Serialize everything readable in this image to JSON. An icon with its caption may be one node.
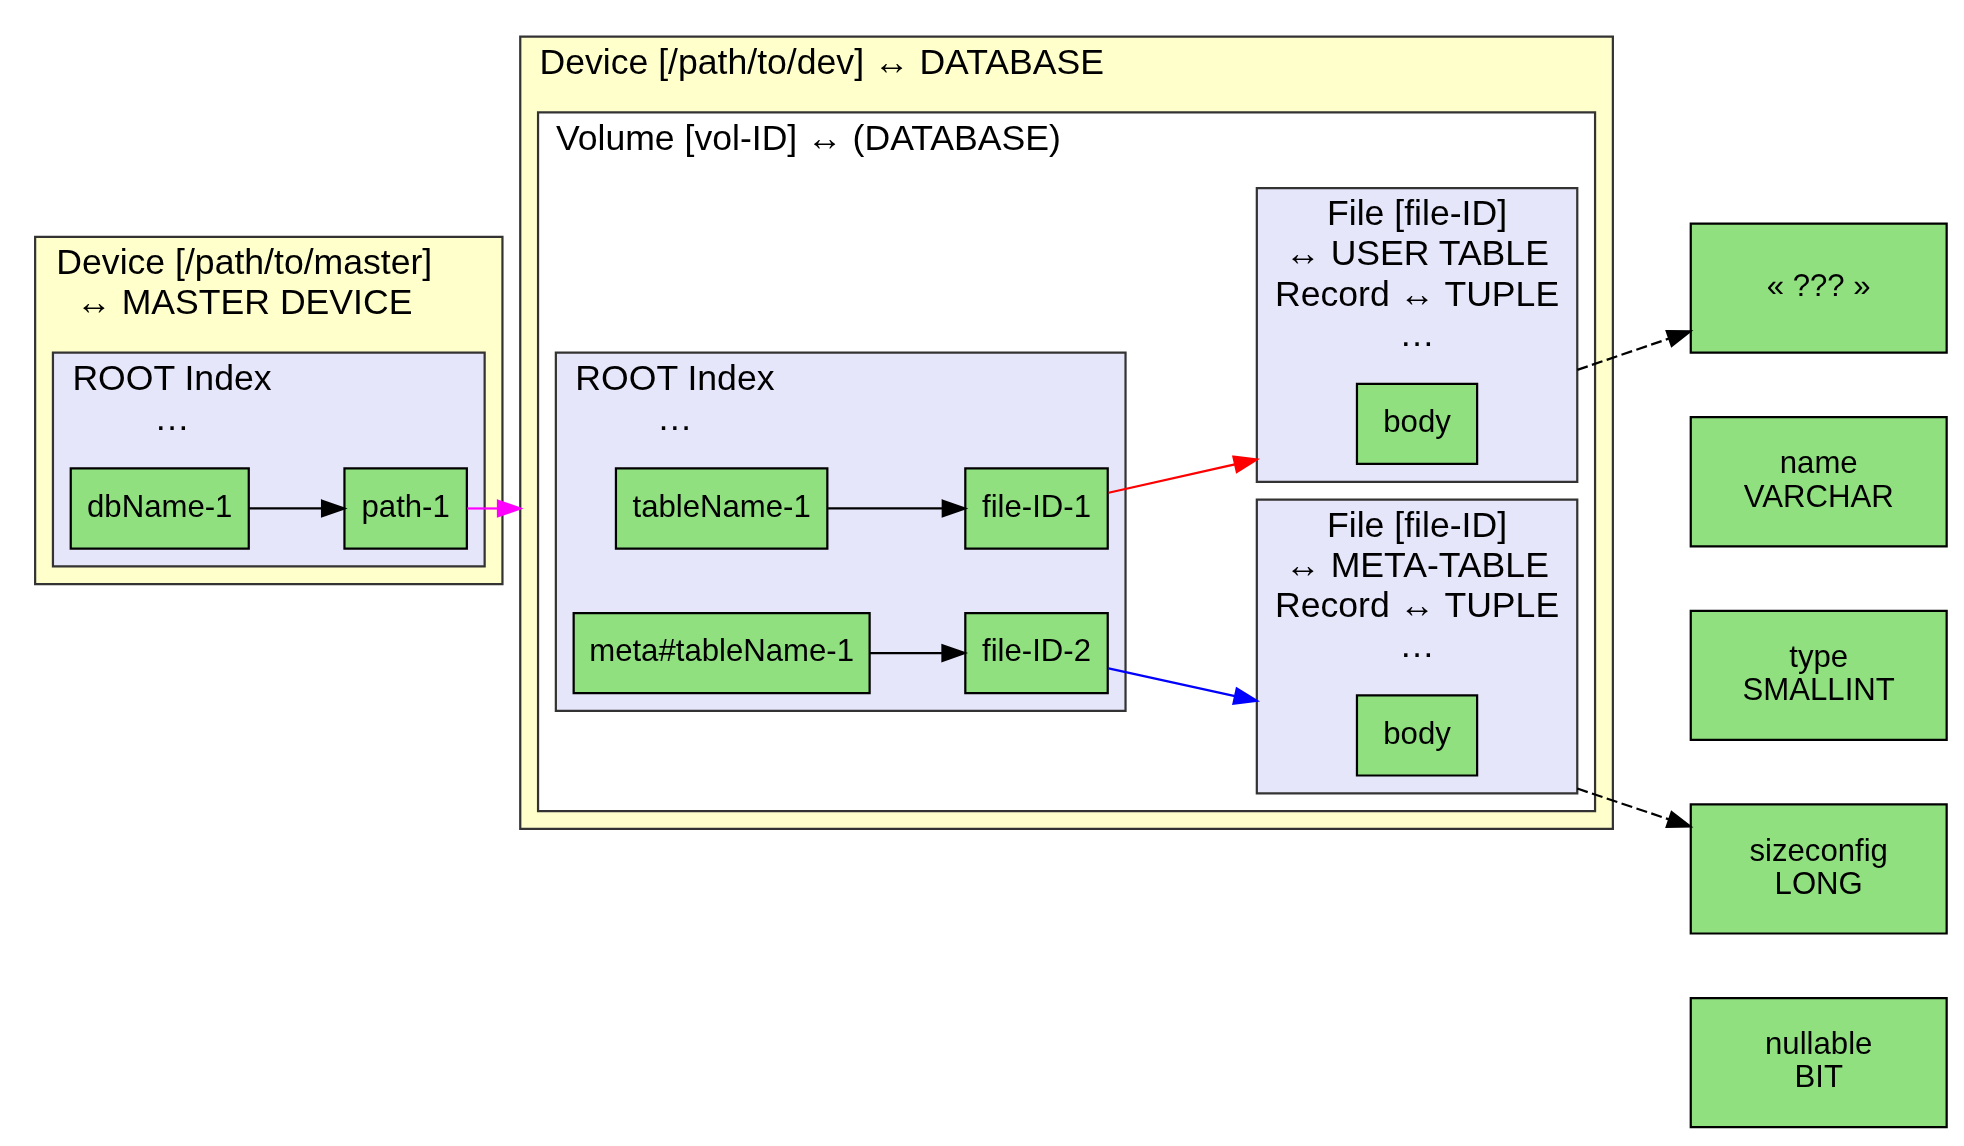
{
  "diagram": {
    "nodes": [
      {
        "text": [
          "Device [/path/to/master]",
          "↔ MASTER DEVICE"
        ]
      },
      {
        "text": [
          "ROOT Index",
          "…"
        ],
        "in": 0
      },
      {
        "text": [
          "dbName-1"
        ],
        "in": 1
      },
      {
        "text": [
          "path-1"
        ],
        "in": 1
      },
      {
        "text": [
          "Device [/path/to/dev] ↔ DATABASE"
        ]
      },
      {
        "text": [
          "Volume [vol-ID] ↔ (DATABASE)"
        ],
        "in": 4
      },
      {
        "text": [
          "ROOT Index",
          "…"
        ],
        "in": 5
      },
      {
        "text": [
          "tableName-1"
        ],
        "in": 6
      },
      {
        "text": [
          "file-ID-1"
        ],
        "in": 6
      },
      {
        "text": [
          "meta#tableName-1"
        ],
        "in": 6
      },
      {
        "text": [
          "file-ID-2"
        ],
        "in": 6
      },
      {
        "text": [
          "File [file-ID]",
          "↔ USER TABLE",
          "Record ↔ TUPLE",
          "…"
        ],
        "in": 5
      },
      {
        "text": [
          "body"
        ],
        "in": 11
      },
      {
        "text": [
          "File [file-ID]",
          "↔ META-TABLE",
          "Record ↔ TUPLE",
          "…"
        ],
        "in": 5
      },
      {
        "text": [
          "body"
        ],
        "in": 13
      },
      {
        "text": [
          "« ??? »"
        ]
      },
      {
        "text": [
          "name",
          "VARCHAR"
        ]
      },
      {
        "text": [
          "type",
          "SMALLINT"
        ]
      },
      {
        "text": [
          "sizeconfig",
          "LONG"
        ]
      },
      {
        "text": [
          "nullable",
          "BIT"
        ]
      }
    ],
    "edges": [
      {
        "from": 2,
        "to": 3,
        "arrow": "to"
      },
      {
        "from": 3,
        "to": 4,
        "arrow": "to",
        "color": "#ff00ff"
      },
      {
        "from": 7,
        "to": 8,
        "arrow": "to"
      },
      {
        "from": 9,
        "to": 10,
        "arrow": "to"
      },
      {
        "from": 8,
        "to": 11,
        "arrow": "to",
        "color": "#ff0000"
      },
      {
        "from": 10,
        "to": 13,
        "arrow": "to",
        "color": "#0000ff"
      },
      {
        "from": 11,
        "to": 15,
        "arrow": "to",
        "style": "dashed"
      },
      {
        "from": 13,
        "to": 18,
        "arrow": "to",
        "style": "dashed"
      }
    ]
  }
}
